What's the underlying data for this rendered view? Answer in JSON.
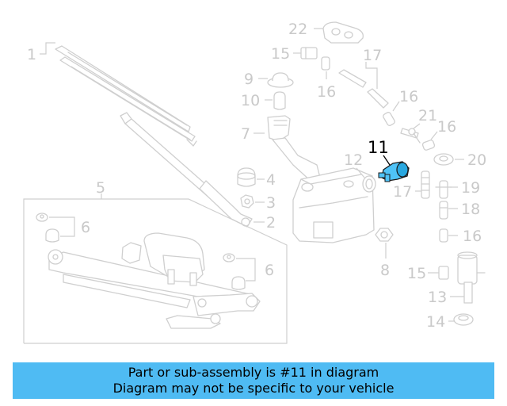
{
  "labels": {
    "n1": "1",
    "n2": "2",
    "n3": "3",
    "n4": "4",
    "n5": "5",
    "n6a": "6",
    "n6b": "6",
    "n7": "7",
    "n8": "8",
    "n9": "9",
    "n10": "10",
    "n11": "11",
    "n12": "12",
    "n13": "13",
    "n14": "14",
    "n15a": "15",
    "n15b": "15",
    "n16a": "16",
    "n16b": "16",
    "n16c": "16",
    "n16d": "16",
    "n17a": "17",
    "n17b": "17",
    "n18": "18",
    "n19": "19",
    "n20": "20",
    "n21": "21",
    "n22": "22"
  },
  "highlight_color": "#4fc3f7",
  "banner": {
    "line1": "Part or sub-assembly is #11 in diagram",
    "line2": "Diagram may not be specific to your vehicle"
  }
}
